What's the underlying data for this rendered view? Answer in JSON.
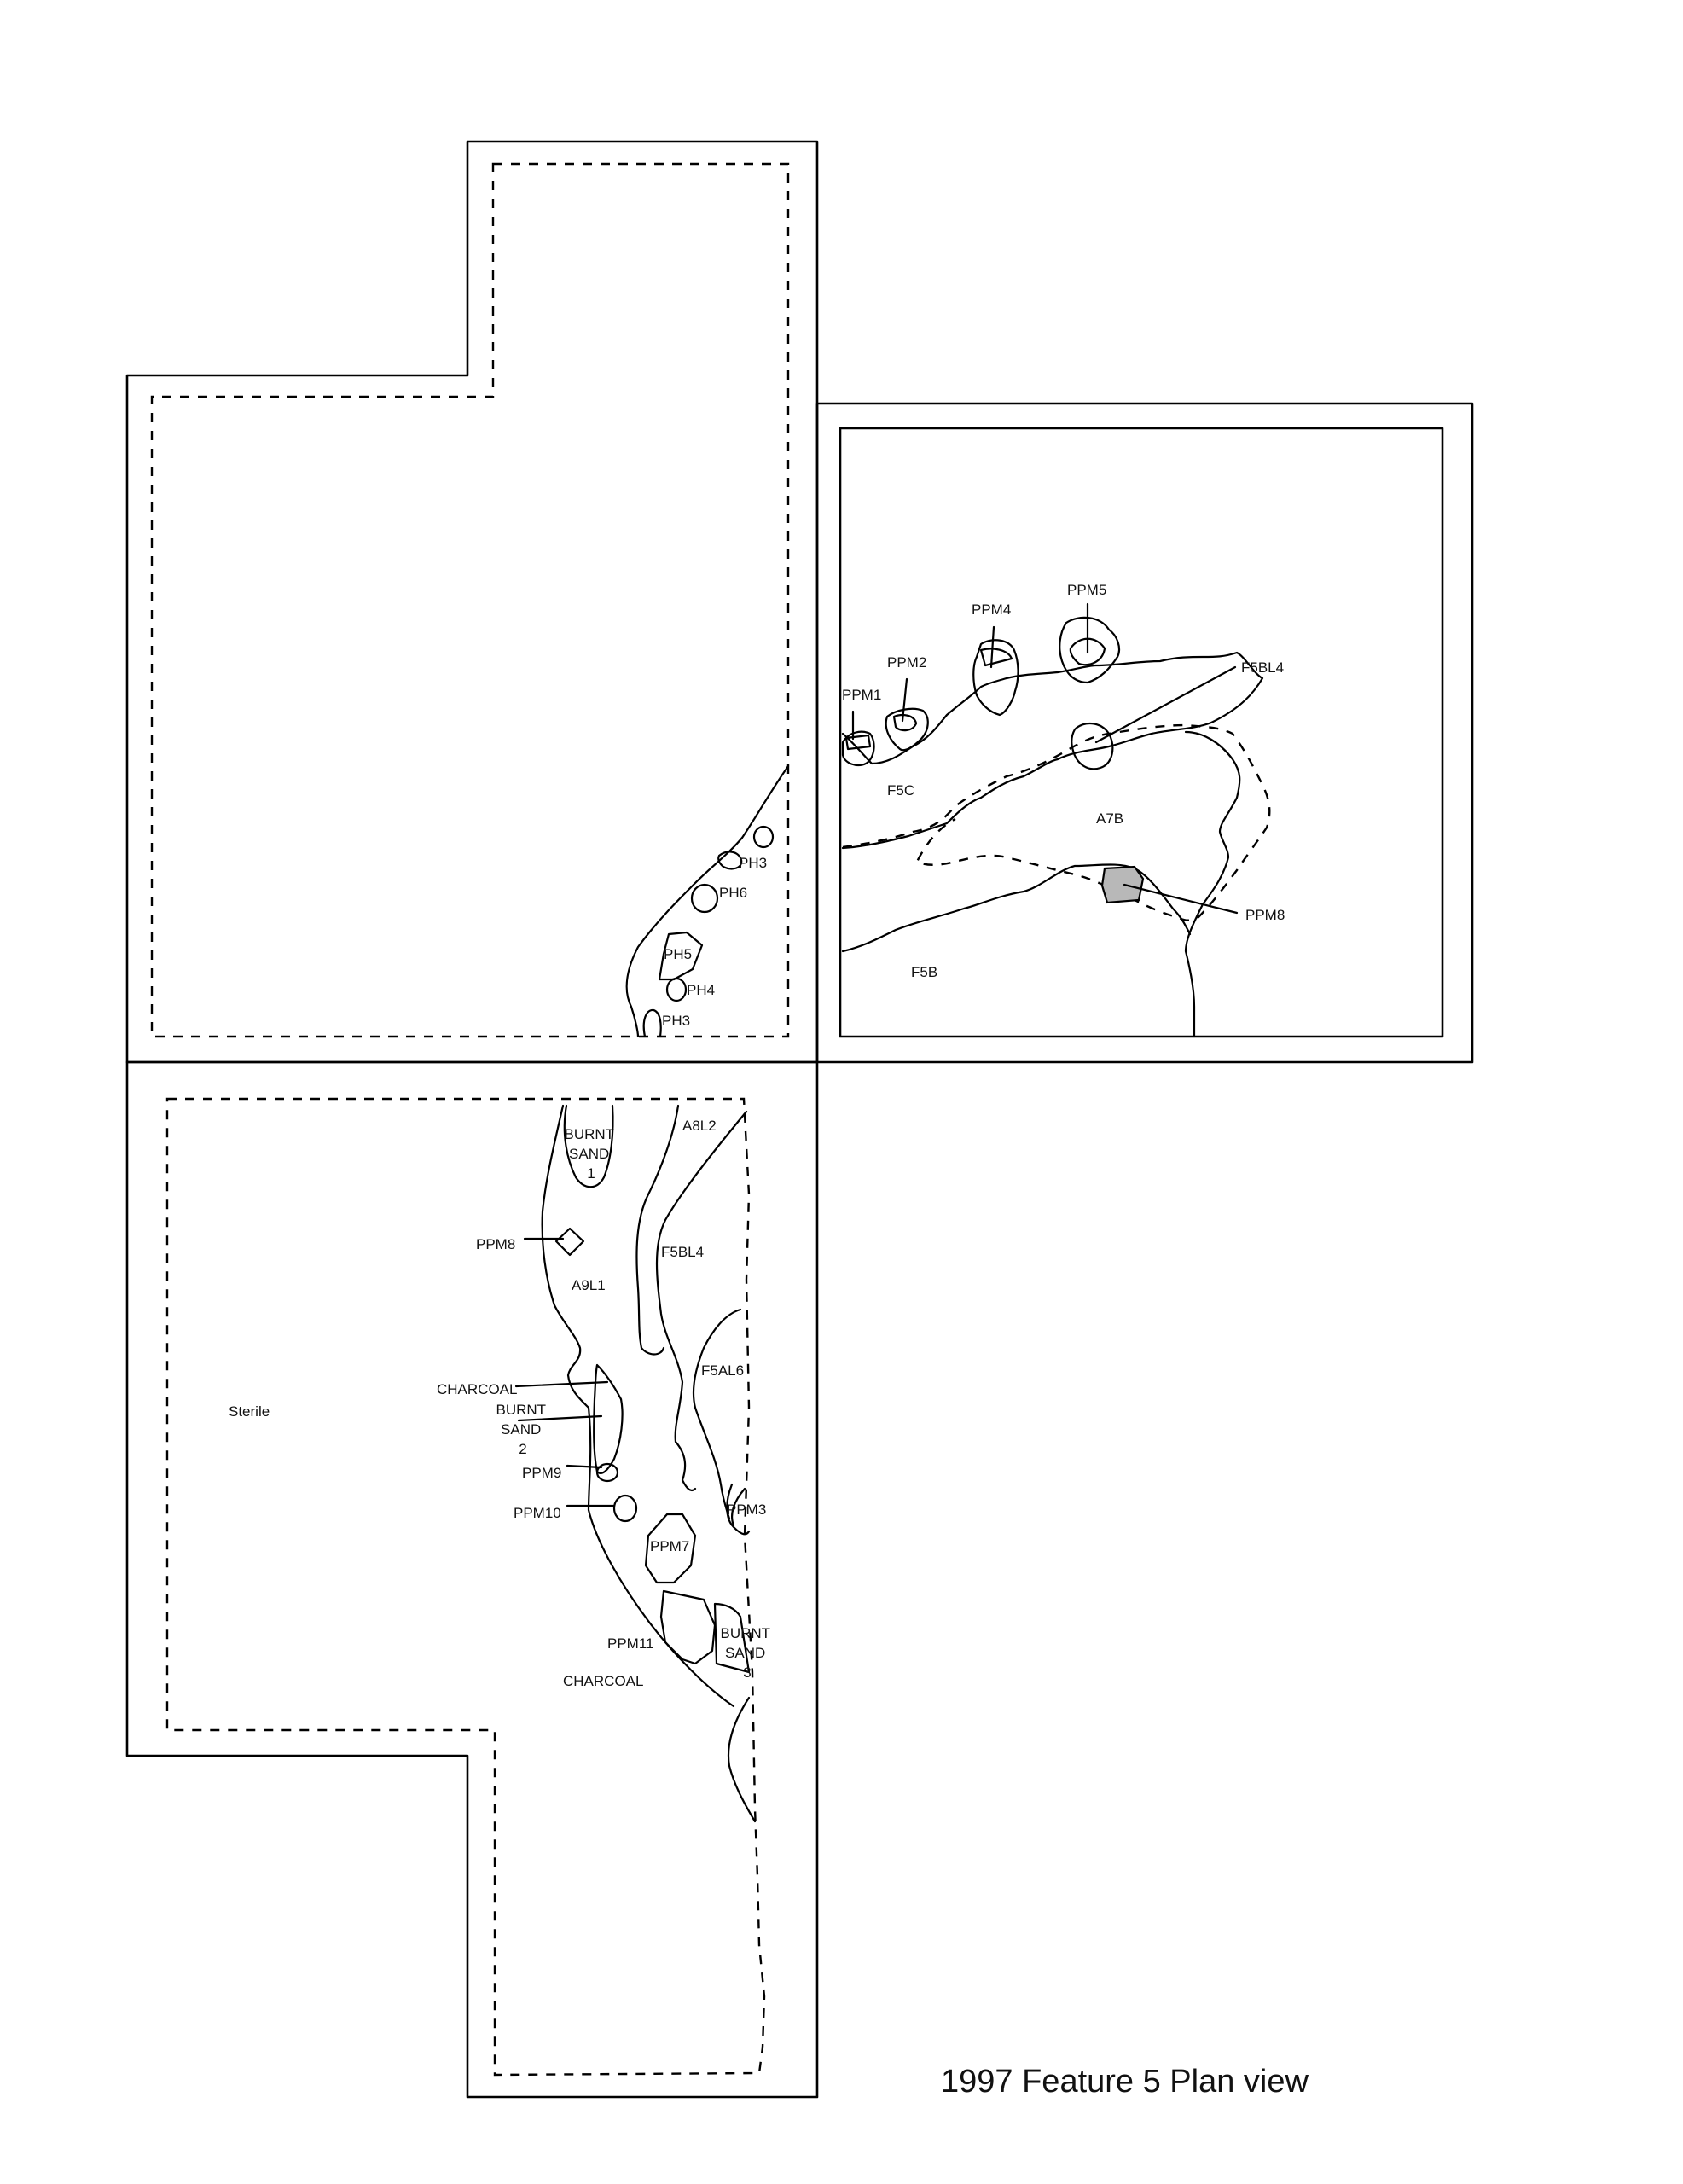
{
  "caption": "1997 Feature 5 Plan view",
  "labels": {
    "ph3_upper": "PH3",
    "ph6": "PH6",
    "ph5": "PH5",
    "ph4": "PH4",
    "ph3_lower": "PH3",
    "ppm1": "PPM1",
    "ppm2": "PPM2",
    "ppm4": "PPM4",
    "ppm5": "PPM5",
    "f5bl4_right": "F5BL4",
    "f5c": "F5C",
    "a7b": "A7B",
    "ppm8_right": "PPM8",
    "f5b": "F5B",
    "burnt_sand_1": [
      "BURNT",
      "SAND",
      "1"
    ],
    "a8l2": "A8L2",
    "ppm8_left": "PPM8",
    "f5bl4_lower": "F5BL4",
    "a9l1": "A9L1",
    "f5al6": "F5AL6",
    "charcoal_upper": "CHARCOAL",
    "burnt_sand_2": [
      "BURNT",
      "SAND",
      "2"
    ],
    "sterile": "Sterile",
    "ppm9": "PPM9",
    "ppm10": "PPM10",
    "ppm3": "PPM3",
    "ppm7": "PPM7",
    "ppm11": "PPM11",
    "burnt_sand_3": [
      "BURNT",
      "SAND",
      "3"
    ],
    "charcoal_lower": "CHARCOAL"
  },
  "colors": {
    "line": "#000000",
    "fill_ppm8": "#b8b8b8"
  }
}
